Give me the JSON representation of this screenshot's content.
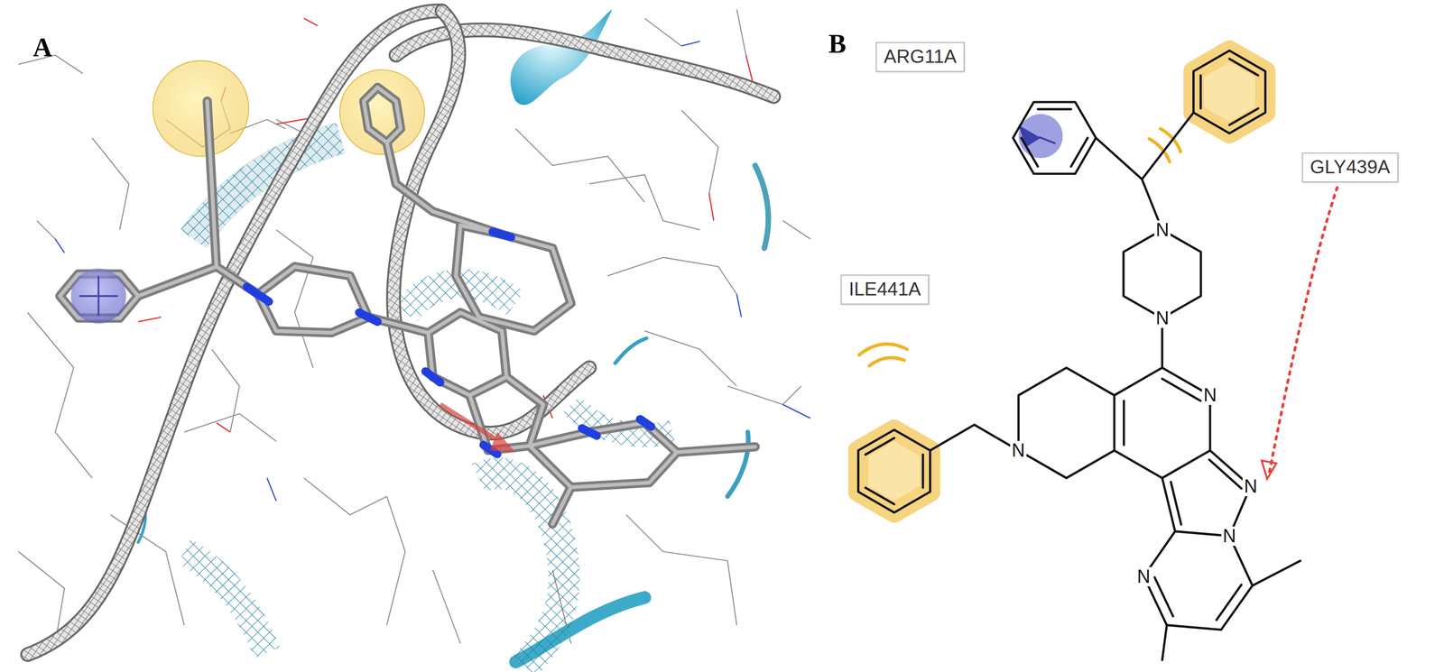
{
  "diagram": {
    "nodes": [
      {
        "text": [
          "ARG11A"
        ]
      },
      {
        "text": [
          "ILE441A"
        ]
      },
      {
        "text": [
          "GLY439A"
        ]
      }
    ],
    "labels": [
      "A",
      "B",
      "N",
      "N",
      "N",
      "N",
      "N",
      "N",
      "N"
    ]
  }
}
